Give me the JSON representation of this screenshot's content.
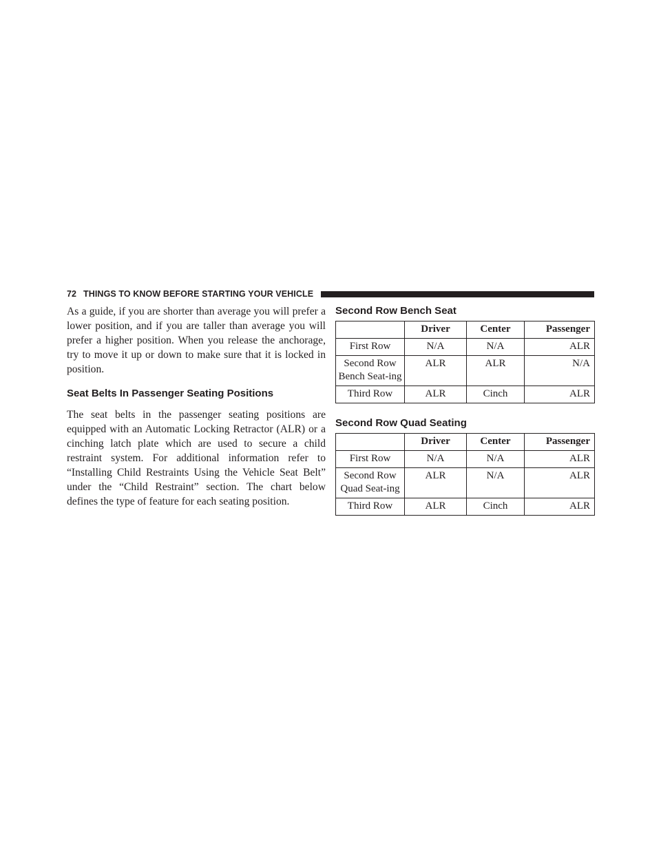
{
  "header": {
    "page_number": "72",
    "title": "THINGS TO KNOW BEFORE STARTING YOUR VEHICLE"
  },
  "left": {
    "intro_paragraph": "As a guide, if you are shorter than average you will prefer a lower position, and if you are taller than average you will prefer a higher position. When you release the anchorage, try to move it up or down to make sure that it is locked in position.",
    "section_heading": "Seat Belts In Passenger Seating Positions",
    "section_paragraph": "The seat belts in the passenger seating positions are equipped with an Automatic Locking Retractor (ALR) or a cinching latch plate which are used to secure a child restraint system. For additional information refer to “Installing Child Restraints Using the Vehicle Seat Belt” under the “Child Restraint” section. The chart below defines the type of feature for each seating position."
  },
  "tables": [
    {
      "title": "Second Row Bench Seat",
      "columns": [
        "",
        "Driver",
        "Center",
        "Passenger"
      ],
      "rows": [
        [
          "First Row",
          "N/A",
          "N/A",
          "ALR"
        ],
        [
          "Second Row Bench Seat-ing",
          "ALR",
          "ALR",
          "N/A"
        ],
        [
          "Third Row",
          "ALR",
          "Cinch",
          "ALR"
        ]
      ]
    },
    {
      "title": "Second Row Quad Seating",
      "columns": [
        "",
        "Driver",
        "Center",
        "Passenger"
      ],
      "rows": [
        [
          "First Row",
          "N/A",
          "N/A",
          "ALR"
        ],
        [
          "Second Row Quad Seat-ing",
          "ALR",
          "N/A",
          "ALR"
        ],
        [
          "Third Row",
          "ALR",
          "Cinch",
          "ALR"
        ]
      ]
    }
  ]
}
